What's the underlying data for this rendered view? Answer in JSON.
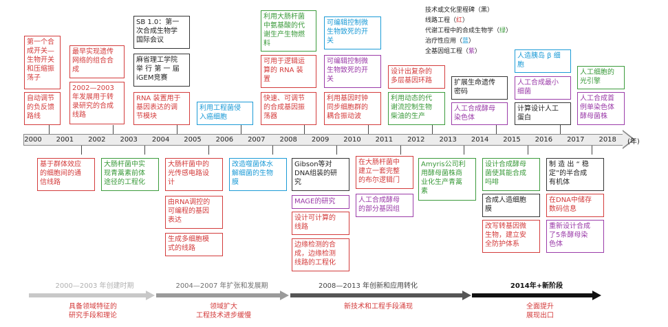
{
  "legend": {
    "items": [
      {
        "label": "技术或文化里程碑",
        "paren": "黑",
        "color": "#222222"
      },
      {
        "label": "线路工程",
        "paren": "红",
        "color": "#d33a3a"
      },
      {
        "label": "代谢工程中的合成生物学",
        "paren": "绿",
        "color": "#3a9a3a"
      },
      {
        "label": "治疗性应用",
        "paren": "蓝",
        "color": "#1a9ad6"
      },
      {
        "label": "全基因组工程",
        "paren": "紫",
        "color": "#9a3aa8"
      }
    ]
  },
  "timeline": {
    "years": [
      "2000",
      "2001",
      "2002",
      "2003",
      "2004",
      "2005",
      "2006",
      "2007",
      "2008",
      "2009",
      "2010",
      "2011",
      "2012",
      "2013",
      "2014",
      "2015",
      "2016",
      "2017",
      "2018"
    ],
    "unit": "(年)"
  },
  "events_above": [
    {
      "text": "第一个合\n成开关—\n生物开关\n和压缩振\n荡子",
      "color": "red"
    },
    {
      "text": "自动调节\n的负反馈\n路线",
      "color": "red"
    },
    {
      "text": "最早实现遗传\n网络的组合合\n成",
      "color": "red"
    },
    {
      "text": "2002—2003\n年发展用于转\n录研究的合成\n线路",
      "color": "red"
    },
    {
      "text": "SB 1.0：第一\n次合成生物学\n国际会议",
      "color": "black"
    },
    {
      "text": "麻省理工学院\n举 行 第 一 届\niGEM竞赛",
      "color": "black"
    },
    {
      "text": "RNA 装置用于\n基因表达的调\n节模块",
      "color": "red"
    },
    {
      "text": "利用工程菌侵\n入癌细胞",
      "color": "blue"
    },
    {
      "text": "利用大肠杆菌\n中氨基酸的代\n谢生产生物燃\n料",
      "color": "green"
    },
    {
      "text": "可用于逻辑运\n算的 RNA 装\n置",
      "color": "red"
    },
    {
      "text": "快速、可调节\n的合成基因振\n荡器",
      "color": "red"
    },
    {
      "text": "可编辑控制微\n生物致死的开\n关",
      "color": "blue"
    },
    {
      "text": "可编辑控制微\n生物致死的开\n关",
      "color": "purple"
    },
    {
      "text": "利用基因时钟\n同步细胞群的\n耦合振动波",
      "color": "red"
    },
    {
      "text": "设计出复杂的\n多层基因环路",
      "color": "red"
    },
    {
      "text": "利用动态的代\n谢流控制生物\n柴油的生产",
      "color": "green"
    },
    {
      "text": "扩展生命遗传\n密码",
      "color": "black"
    },
    {
      "text": "人工合成酵母\n染色体",
      "color": "purple"
    },
    {
      "text": "人造胰岛 β 细\n胞",
      "color": "blue"
    },
    {
      "text": "人工合成最小\n细菌",
      "color": "purple"
    },
    {
      "text": "计算设计人工\n蛋白",
      "color": "black"
    },
    {
      "text": "人工细胞的\n光引擎",
      "color": "green"
    },
    {
      "text": "人工合成首\n例单染色体\n酵母菌株",
      "color": "purple"
    }
  ],
  "events_below": [
    {
      "text": "基于群体效应\n的细胞间的通\n信线路",
      "color": "red"
    },
    {
      "text": "大肠杆菌中实\n现青蒿素前体\n途径的工程化",
      "color": "green"
    },
    {
      "text": "大肠杆菌中的\n光传感电路设\n计",
      "color": "red"
    },
    {
      "text": "由RNA调控的\n可编程的基因\n表达",
      "color": "red"
    },
    {
      "text": "生成多细胞模\n式的线路",
      "color": "red"
    },
    {
      "text": "改造噬菌体水\n解细菌的生物\n膜",
      "color": "blue"
    },
    {
      "text": "Gibson等对\nDNA组装的研\n究",
      "color": "black"
    },
    {
      "text": "MAGE的研究",
      "color": "purple"
    },
    {
      "text": "设计可计算的\n线路",
      "color": "red"
    },
    {
      "text": "边缘检测的合\n成，边缘检测\n线路的工程化",
      "color": "red"
    },
    {
      "text": "在大肠杆菌中\n建立一套完整\n的布尔逻辑门",
      "color": "red"
    },
    {
      "text": "人工合成酵母\n的部分基因组",
      "color": "purple"
    },
    {
      "text": "Amyris公司利\n用酵母菌株商\n业化生产青蒿\n素",
      "color": "green"
    },
    {
      "text": "设计合成酵母\n菌使其能合成\n吗啡",
      "color": "green"
    },
    {
      "text": "合成人造细胞\n膜",
      "color": "black"
    },
    {
      "text": "改写转基因微\n生物，建立安\n全防护体系",
      "color": "red"
    },
    {
      "text": "制 造 出 “ 稳\n定”的半合成\n有机体",
      "color": "black"
    },
    {
      "text": "在DNA中储存\n数码信息",
      "color": "red"
    },
    {
      "text": "重新设计合成\n了5条酵母染\n色体",
      "color": "purple"
    }
  ],
  "phases": [
    {
      "label": "2000—2003 年创建时期",
      "desc": "具备领域特征的\n研究手段和理论",
      "color": "#c8c8c8"
    },
    {
      "label": "2004—2007 年扩张和发展期",
      "desc": "领域扩大\n工程技术进步缓慢",
      "color": "#9a9a9a"
    },
    {
      "label": "2008—2013 年创新和应用转化",
      "desc": "新技术和工程手段涌现",
      "color": "#555555"
    },
    {
      "label": "2014年+新阶段",
      "desc": "全面提升\n展现出口",
      "color": "#111111"
    }
  ]
}
